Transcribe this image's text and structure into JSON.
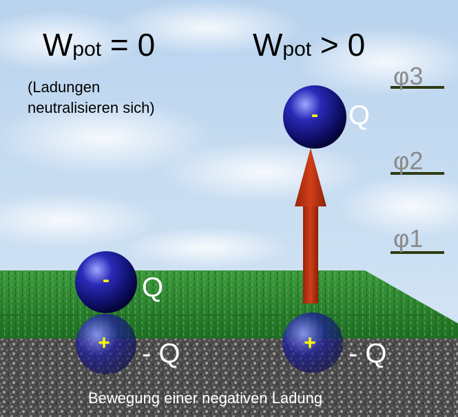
{
  "left_state": {
    "heading_main": "W",
    "heading_sub": "pot",
    "heading_rest": " = 0",
    "note_line1": "(Ladungen",
    "note_line2": "neutralisieren sich)"
  },
  "right_state": {
    "heading_main": "W",
    "heading_sub": "pot",
    "heading_rest": " > 0"
  },
  "charges": {
    "negative_sign": "-",
    "positive_sign": "+",
    "q_label": "Q",
    "mirror_label": "- Q"
  },
  "potential_levels": [
    "φ1",
    "φ2",
    "φ3"
  ],
  "caption": "Bewegung einer negativen Ladung",
  "colors": {
    "sky": "#c7ddf2",
    "grass": "#2f8a2f",
    "ground": "#555555",
    "sphere": "#1a1a8c",
    "arrow": "#c0320f",
    "sign": "#ffff00"
  }
}
